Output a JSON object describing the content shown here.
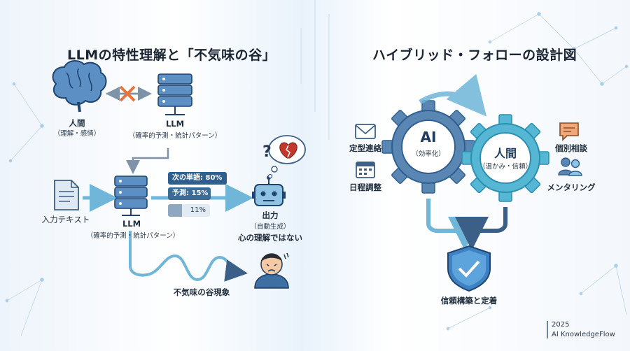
{
  "left": {
    "title": "LLMの特性理解と「不気味の谷」",
    "human_label": "人間",
    "human_sub": "（理解・感情）",
    "llm_top_label": "LLM",
    "llm_top_sub": "（確率的予測・統計パターン）",
    "input_label": "入力テキスト",
    "llm_mid_label": "LLM",
    "llm_mid_sub": "（確率的予測・統計パターン）",
    "pill_1": "次の単語: 80%",
    "pill_2": "予測: 15%",
    "pill_3": "11%",
    "pill_1_pct": 80,
    "pill_2_pct": 15,
    "pill_3_pct": 11,
    "output_label": "出力",
    "output_sub": "（自動生成）",
    "output_note": "心の理解ではない",
    "uncanny_label": "不気味の谷現象"
  },
  "right": {
    "title": "ハイブリッド・フォローの設計図",
    "ai_label": "AI",
    "ai_sub": "（効率化）",
    "human_label": "人間",
    "human_sub": "（温かみ・信頼）",
    "left_items": [
      "定型連絡",
      "日程調整"
    ],
    "right_items": [
      "個別相談",
      "メンタリング"
    ],
    "result_label": "信頼構築と定着"
  },
  "footer": {
    "year": "2025",
    "brand": "AI KnowledgeFlow"
  },
  "colors": {
    "accent_dark": "#2f5f8f",
    "accent_teal": "#4aa9c9",
    "arrow_blue": "#6fb6d8",
    "cross_orange": "#e8743b",
    "heart_red": "#c0392b"
  }
}
